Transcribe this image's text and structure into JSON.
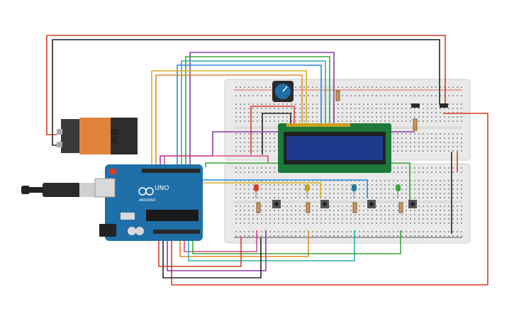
{
  "battery": {
    "label": "9V",
    "body_color": "#e0843a",
    "cap_color": "#3a3a3a"
  },
  "arduino": {
    "brand_label": "ARDUINO",
    "model_label": "UNO",
    "board_color": "#1f6fa8"
  },
  "lcd": {
    "screen_color": "#1e3a8c",
    "frame_color": "#1e7a3a"
  },
  "leds": [
    {
      "color": "#d83a2a",
      "name": "led-red"
    },
    {
      "color": "#c8a020",
      "name": "led-yellow"
    },
    {
      "color": "#1e7a9a",
      "name": "led-blue"
    },
    {
      "color": "#3aa83a",
      "name": "led-green"
    }
  ],
  "wire_colors": {
    "red": "#d83a2a",
    "black": "#222222",
    "yellow": "#d8b020",
    "orange": "#e08a2a",
    "green": "#3aa83a",
    "blue": "#2a8ad8",
    "teal": "#2ab0a8",
    "purple": "#8a3aa8",
    "pink": "#d84a8a"
  }
}
